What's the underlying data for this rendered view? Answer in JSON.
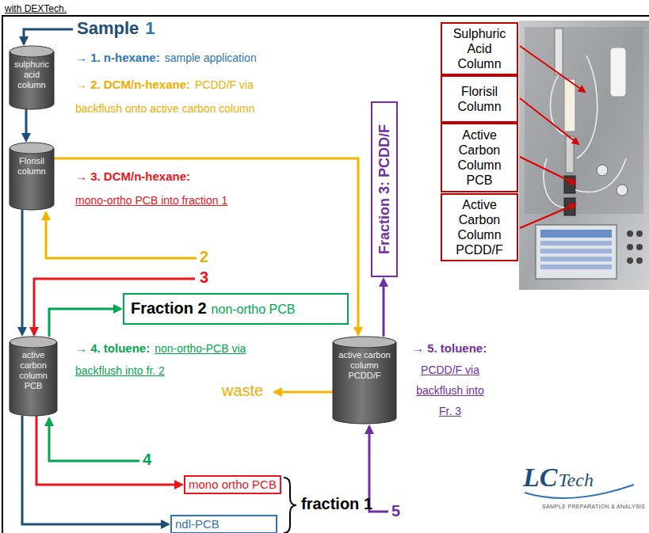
{
  "diagram": {
    "nodes": [
      {
        "text": [
          "sulphuric acid column"
        ]
      },
      {
        "text": [
          "Florisil column"
        ]
      },
      {
        "text": [
          "Fraction 3: PCDD/F"
        ]
      },
      {
        "text": [
          "Sulphuric Acid Column"
        ]
      },
      {
        "text": [
          "Florisil Column"
        ]
      },
      {
        "text": [
          "Active Carbon Column PCB"
        ]
      },
      {
        "text": [
          "Active Carbon Column PCDD/F"
        ]
      },
      {
        "text": [
          "Fraction 2",
          "non-ortho PCB"
        ]
      },
      {
        "text": [
          "active carbon column PCB"
        ]
      },
      {
        "text": [
          "active carbon column PCDD/F"
        ]
      },
      {
        "text": [
          "mono ortho PCB"
        ]
      },
      {
        "text": [
          "ndl-PCB"
        ]
      }
    ],
    "edges": [
      {
        "from": 0,
        "to": 1,
        "arrow": "to"
      },
      {
        "from": 1,
        "to": 8,
        "arrow": "to"
      },
      {
        "from": 8,
        "to": 11,
        "arrow": "to"
      },
      {
        "from": 1,
        "to": 9,
        "arrow": "to"
      },
      {
        "from": 8,
        "to": 10,
        "arrow": "to"
      },
      {
        "from": 8,
        "to": 7,
        "arrow": "to"
      },
      {
        "from": 9,
        "to": 2,
        "arrow": "to"
      }
    ],
    "labels": [
      "with DEXTech.",
      "Sample",
      "1",
      "→ 1. n-hexane:",
      "sample application",
      "→ 2. DCM/n-hexane:",
      "PCDD/F via backflush onto active carbon column",
      "→ 3. DCM/n-hexane:",
      "mono-ortho PCB into fraction 1",
      "2",
      "3",
      "→ 4. toluene:",
      "non-ortho-PCB via backflush into fr. 2",
      "waste",
      "→ 5. toluene:",
      "PCDD/F via backflush into Fr. 3",
      "4",
      "5",
      "fraction 1",
      "LC",
      "Tech",
      "SAMPLE PREPARATION & ANALYSIS"
    ]
  }
}
